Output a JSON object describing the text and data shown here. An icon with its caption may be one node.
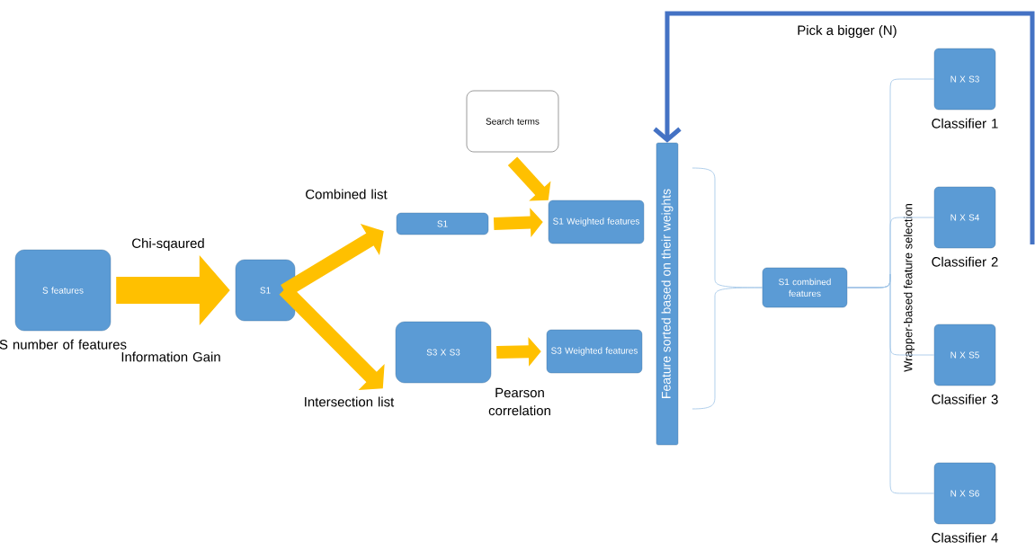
{
  "diagram": {
    "nodes": [
      {
        "text": [
          "S features"
        ],
        "beside": [
          "S number of features"
        ]
      },
      {
        "text": [
          "S1"
        ]
      },
      {
        "text": [
          "S1"
        ]
      },
      {
        "text": [
          "S3 X S3"
        ]
      },
      {
        "text": [
          "Search terms"
        ]
      },
      {
        "text": [
          "S1 Weighted features"
        ]
      },
      {
        "text": [
          "S3 Weighted features"
        ]
      },
      {
        "text": [
          "Feature sorted based on their weights"
        ]
      },
      {
        "text": [
          "S1 combined features"
        ]
      },
      {
        "text": [
          "N X S3"
        ],
        "beside": [
          "Classifier 1"
        ]
      },
      {
        "text": [
          "N X S4"
        ],
        "beside": [
          "Classifier 2"
        ]
      },
      {
        "text": [
          "N X S5"
        ],
        "beside": [
          "Classifier 3"
        ]
      },
      {
        "text": [
          "N X S6"
        ],
        "beside": [
          "Classifier 4"
        ]
      }
    ],
    "edges": [
      {
        "from": 0,
        "to": 1,
        "arrow": "to",
        "style": "thick"
      },
      {
        "from": 1,
        "to": 2,
        "arrow": "to",
        "style": "thick"
      },
      {
        "from": 1,
        "to": 3,
        "arrow": "to",
        "style": "thick"
      },
      {
        "from": 2,
        "to": 5,
        "arrow": "to",
        "style": "thick"
      },
      {
        "from": 4,
        "to": 5,
        "arrow": "to",
        "style": "thick"
      },
      {
        "from": 3,
        "to": 6,
        "arrow": "to",
        "style": "thick"
      },
      {
        "from": 7,
        "to": 8,
        "arrow": "none",
        "color": "#9dc3e6"
      },
      {
        "from": 8,
        "to": 9,
        "arrow": "none",
        "color": "#9dc3e6"
      },
      {
        "from": 8,
        "to": 10,
        "arrow": "none",
        "color": "#9dc3e6"
      },
      {
        "from": 8,
        "to": 11,
        "arrow": "none",
        "color": "#9dc3e6"
      },
      {
        "from": 8,
        "to": 12,
        "arrow": "none",
        "color": "#9dc3e6"
      },
      {
        "from": null,
        "to": 7,
        "arrow": "to",
        "color": "#4472c4",
        "label": "Pick a bigger (N)"
      }
    ],
    "labels": [
      "Chi-sqaured",
      "Information Gain",
      "Combined list",
      "Intersection list",
      "Pearson correlation",
      "Wrapper-based feature selection"
    ]
  }
}
